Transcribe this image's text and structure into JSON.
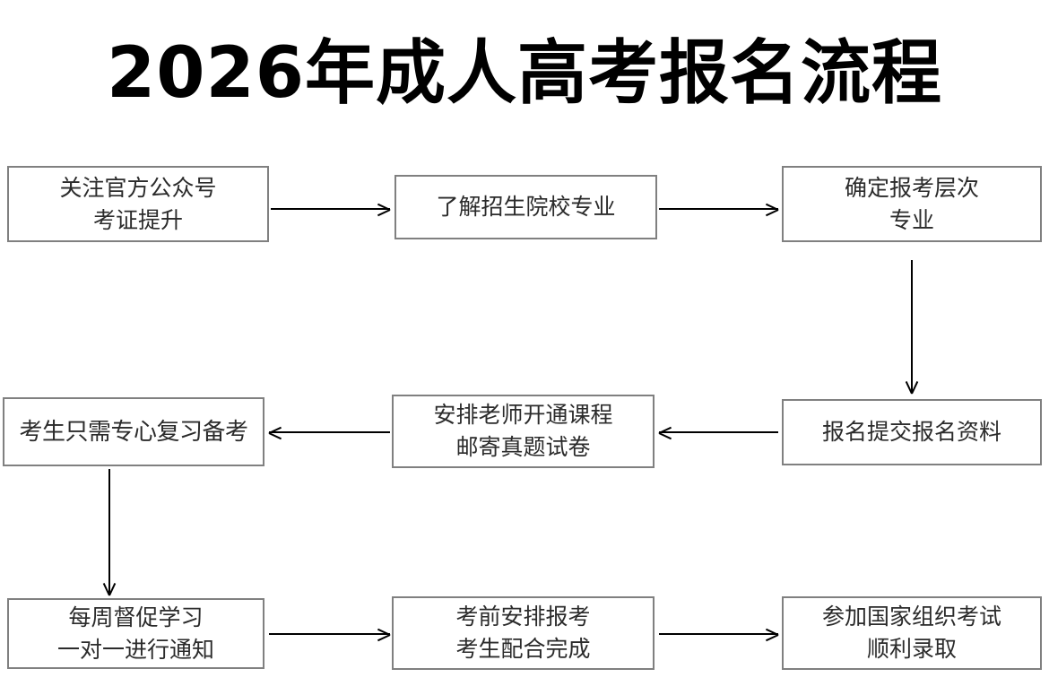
{
  "page": {
    "title": "2026年成人高考报名流程",
    "background_color": "#ffffff",
    "box_border_color": "#808080",
    "text_color": "#2b2b2b",
    "arrow_color": "#000000"
  },
  "flow": {
    "rows": [
      {
        "row_index": 1,
        "direction": "left-to-right",
        "boxes": [
          {
            "id": "step-1",
            "lines": [
              "关注官方公众号",
              "考证提升"
            ]
          },
          {
            "id": "step-2",
            "lines": [
              "了解招生院校专业"
            ]
          },
          {
            "id": "step-3",
            "lines": [
              "确定报考层次",
              "专业"
            ]
          }
        ]
      },
      {
        "row_index": 2,
        "direction": "right-to-left",
        "boxes": [
          {
            "id": "step-6",
            "lines": [
              "考生只需专心复习备考"
            ]
          },
          {
            "id": "step-5",
            "lines": [
              "安排老师开通课程",
              "邮寄真题试卷"
            ]
          },
          {
            "id": "step-4",
            "lines": [
              "报名提交报名资料"
            ]
          }
        ]
      },
      {
        "row_index": 3,
        "direction": "left-to-right",
        "boxes": [
          {
            "id": "step-7",
            "lines": [
              "每周督促学习",
              "一对一进行通知"
            ]
          },
          {
            "id": "step-8",
            "lines": [
              "考前安排报考",
              "考生配合完成"
            ]
          },
          {
            "id": "step-9",
            "lines": [
              "参加国家组织考试",
              "顺利录取"
            ]
          }
        ]
      }
    ],
    "connectors": [
      {
        "id": "connector-1-2",
        "type": "arrow-right",
        "from": "step-1",
        "to": "step-2"
      },
      {
        "id": "connector-2-3",
        "type": "arrow-right",
        "from": "step-2",
        "to": "step-3"
      },
      {
        "id": "connector-3-4",
        "type": "arrow-down",
        "from": "step-3",
        "to": "step-4"
      },
      {
        "id": "connector-4-5",
        "type": "arrow-left",
        "from": "step-4",
        "to": "step-5"
      },
      {
        "id": "connector-5-6",
        "type": "arrow-left",
        "from": "step-5",
        "to": "step-6"
      },
      {
        "id": "connector-6-7",
        "type": "arrow-down",
        "from": "step-6",
        "to": "step-7"
      },
      {
        "id": "connector-7-8",
        "type": "arrow-right",
        "from": "step-7",
        "to": "step-8"
      },
      {
        "id": "connector-8-9",
        "type": "arrow-right",
        "from": "step-8",
        "to": "step-9"
      }
    ]
  }
}
